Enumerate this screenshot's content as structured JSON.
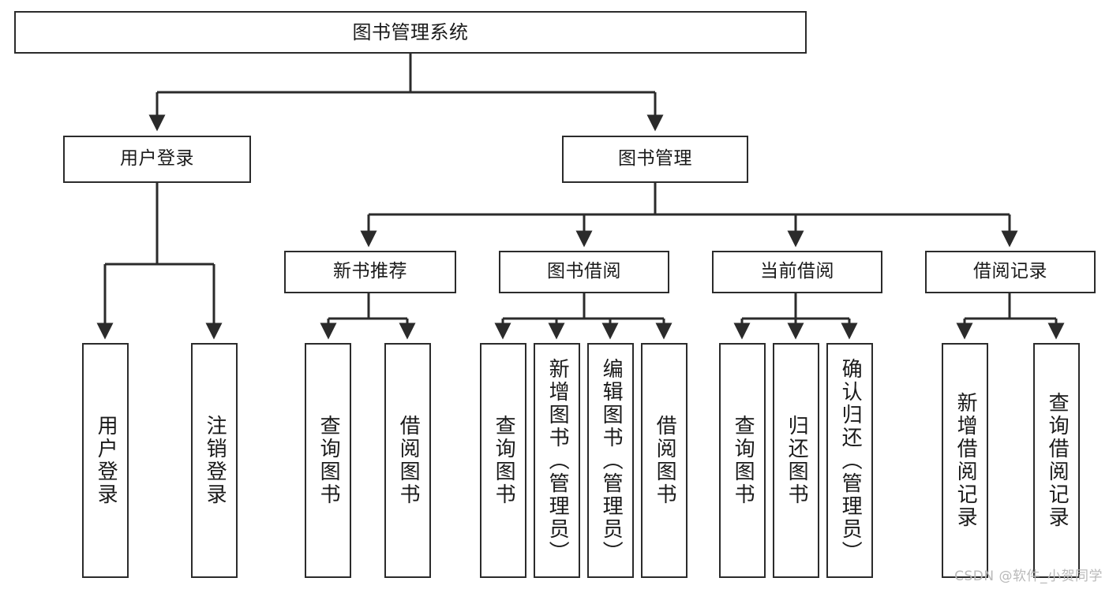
{
  "diagram": {
    "title": "图书管理系统",
    "type": "功能结构图",
    "watermark": "CSDN @软件_小贺同学",
    "stroke_color": "#2b2b2b",
    "background_color": "#ffffff",
    "text_color": "#1a1a1a"
  },
  "nodes": {
    "root": {
      "label": "图书管理系统"
    },
    "level2": [
      {
        "id": "user-login",
        "label": "用户登录"
      },
      {
        "id": "book-management",
        "label": "图书管理"
      }
    ],
    "level3": [
      {
        "id": "new-book-recommend",
        "label": "新书推荐"
      },
      {
        "id": "book-borrow",
        "label": "图书借阅"
      },
      {
        "id": "current-borrow",
        "label": "当前借阅"
      },
      {
        "id": "borrow-record",
        "label": "借阅记录"
      }
    ],
    "leaves": {
      "user_login": [
        {
          "id": "leaf-user-login",
          "label": "用户登录"
        },
        {
          "id": "leaf-logout-login",
          "label": "注销登录"
        }
      ],
      "new_book_recommend": [
        {
          "id": "leaf-query-book-1",
          "label": "查询图书"
        },
        {
          "id": "leaf-borrow-book-1",
          "label": "借阅图书"
        }
      ],
      "book_borrow": [
        {
          "id": "leaf-query-book-2",
          "label": "查询图书"
        },
        {
          "id": "leaf-add-book-admin",
          "label": "新增图书（管理员）"
        },
        {
          "id": "leaf-edit-book-admin",
          "label": "编辑图书（管理员）"
        },
        {
          "id": "leaf-borrow-book-2",
          "label": "借阅图书"
        }
      ],
      "current_borrow": [
        {
          "id": "leaf-query-book-3",
          "label": "查询图书"
        },
        {
          "id": "leaf-return-book",
          "label": "归还图书"
        },
        {
          "id": "leaf-confirm-return-admin",
          "label": "确认归还（管理员）"
        }
      ],
      "borrow_record": [
        {
          "id": "leaf-add-borrow-record",
          "label": "新增借阅记录"
        },
        {
          "id": "leaf-query-borrow-record",
          "label": "查询借阅记录"
        }
      ]
    }
  }
}
